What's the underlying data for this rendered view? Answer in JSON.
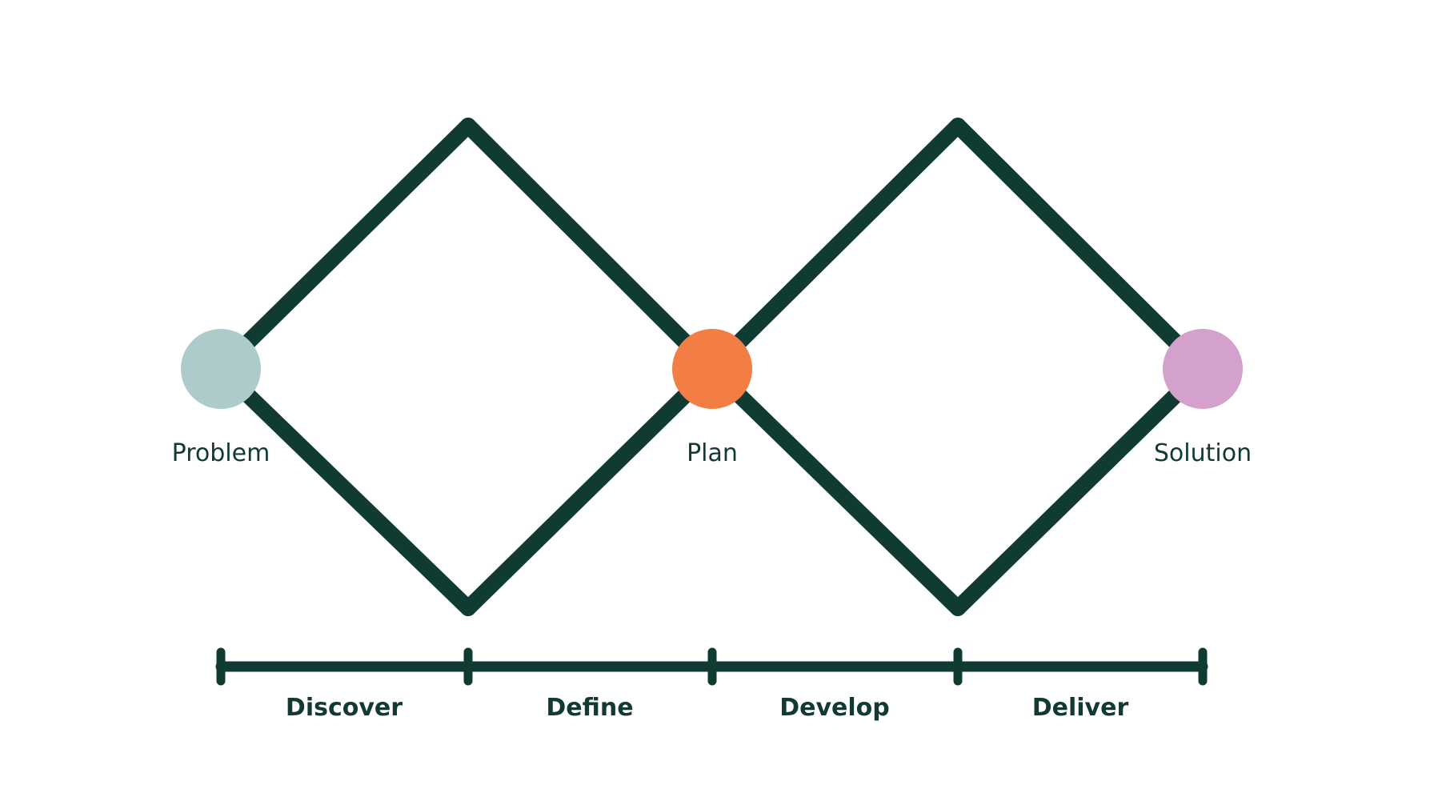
{
  "colors": {
    "line": "#0f3b33",
    "problem": "#aecbcc",
    "plan": "#f27d45",
    "solution": "#d3a1cb",
    "text": "#123a33"
  },
  "nodes": {
    "problem": {
      "label": "Problem"
    },
    "plan": {
      "label": "Plan"
    },
    "solution": {
      "label": "Solution"
    }
  },
  "phases": [
    {
      "label": "Discover"
    },
    {
      "label": "Define"
    },
    {
      "label": "Develop"
    },
    {
      "label": "Deliver"
    }
  ]
}
